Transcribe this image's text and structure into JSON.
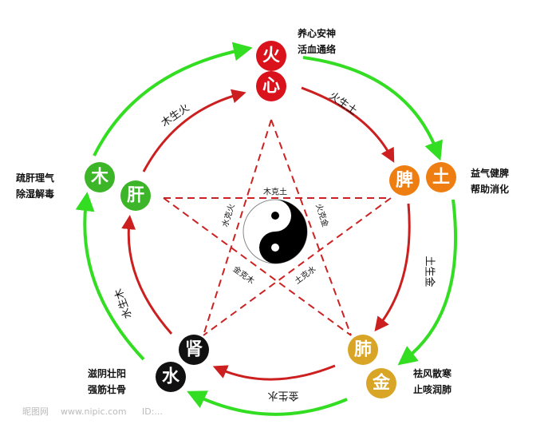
{
  "colors": {
    "fire": "#d9121b",
    "earth": "#ee7d12",
    "metal": "#d9a527",
    "water": "#111111",
    "wood": "#3cb528",
    "generate": "#33dd22",
    "restrain_arrow": "#cc1f1f",
    "star": "#cc2222"
  },
  "elements": {
    "fire": {
      "element": "火",
      "organ": "心",
      "desc": [
        "养心安神",
        "活血通络"
      ]
    },
    "earth": {
      "element": "土",
      "organ": "脾",
      "desc": [
        "益气健脾",
        "帮助消化"
      ]
    },
    "metal": {
      "element": "金",
      "organ": "肺",
      "desc": [
        "祛风散寒",
        "止咳润肺"
      ]
    },
    "water": {
      "element": "水",
      "organ": "肾",
      "desc": [
        "滋阴壮阳",
        "强筋壮骨"
      ]
    },
    "wood": {
      "element": "木",
      "organ": "肝",
      "desc": [
        "疏肝理气",
        "除湿解毒"
      ]
    }
  },
  "generating": {
    "wood_fire": "木生火",
    "fire_earth": "火生土",
    "earth_metal": "土生金",
    "metal_water": "金生水",
    "water_wood": "水生木"
  },
  "restraining": {
    "wood_earth": "木克土",
    "water_fire": "水克火",
    "fire_metal": "火克金",
    "metal_wood": "金克木",
    "earth_water": "土克水"
  },
  "watermark": {
    "logo": "昵图网",
    "url": "www.nipic.com",
    "id": "ID:..."
  }
}
